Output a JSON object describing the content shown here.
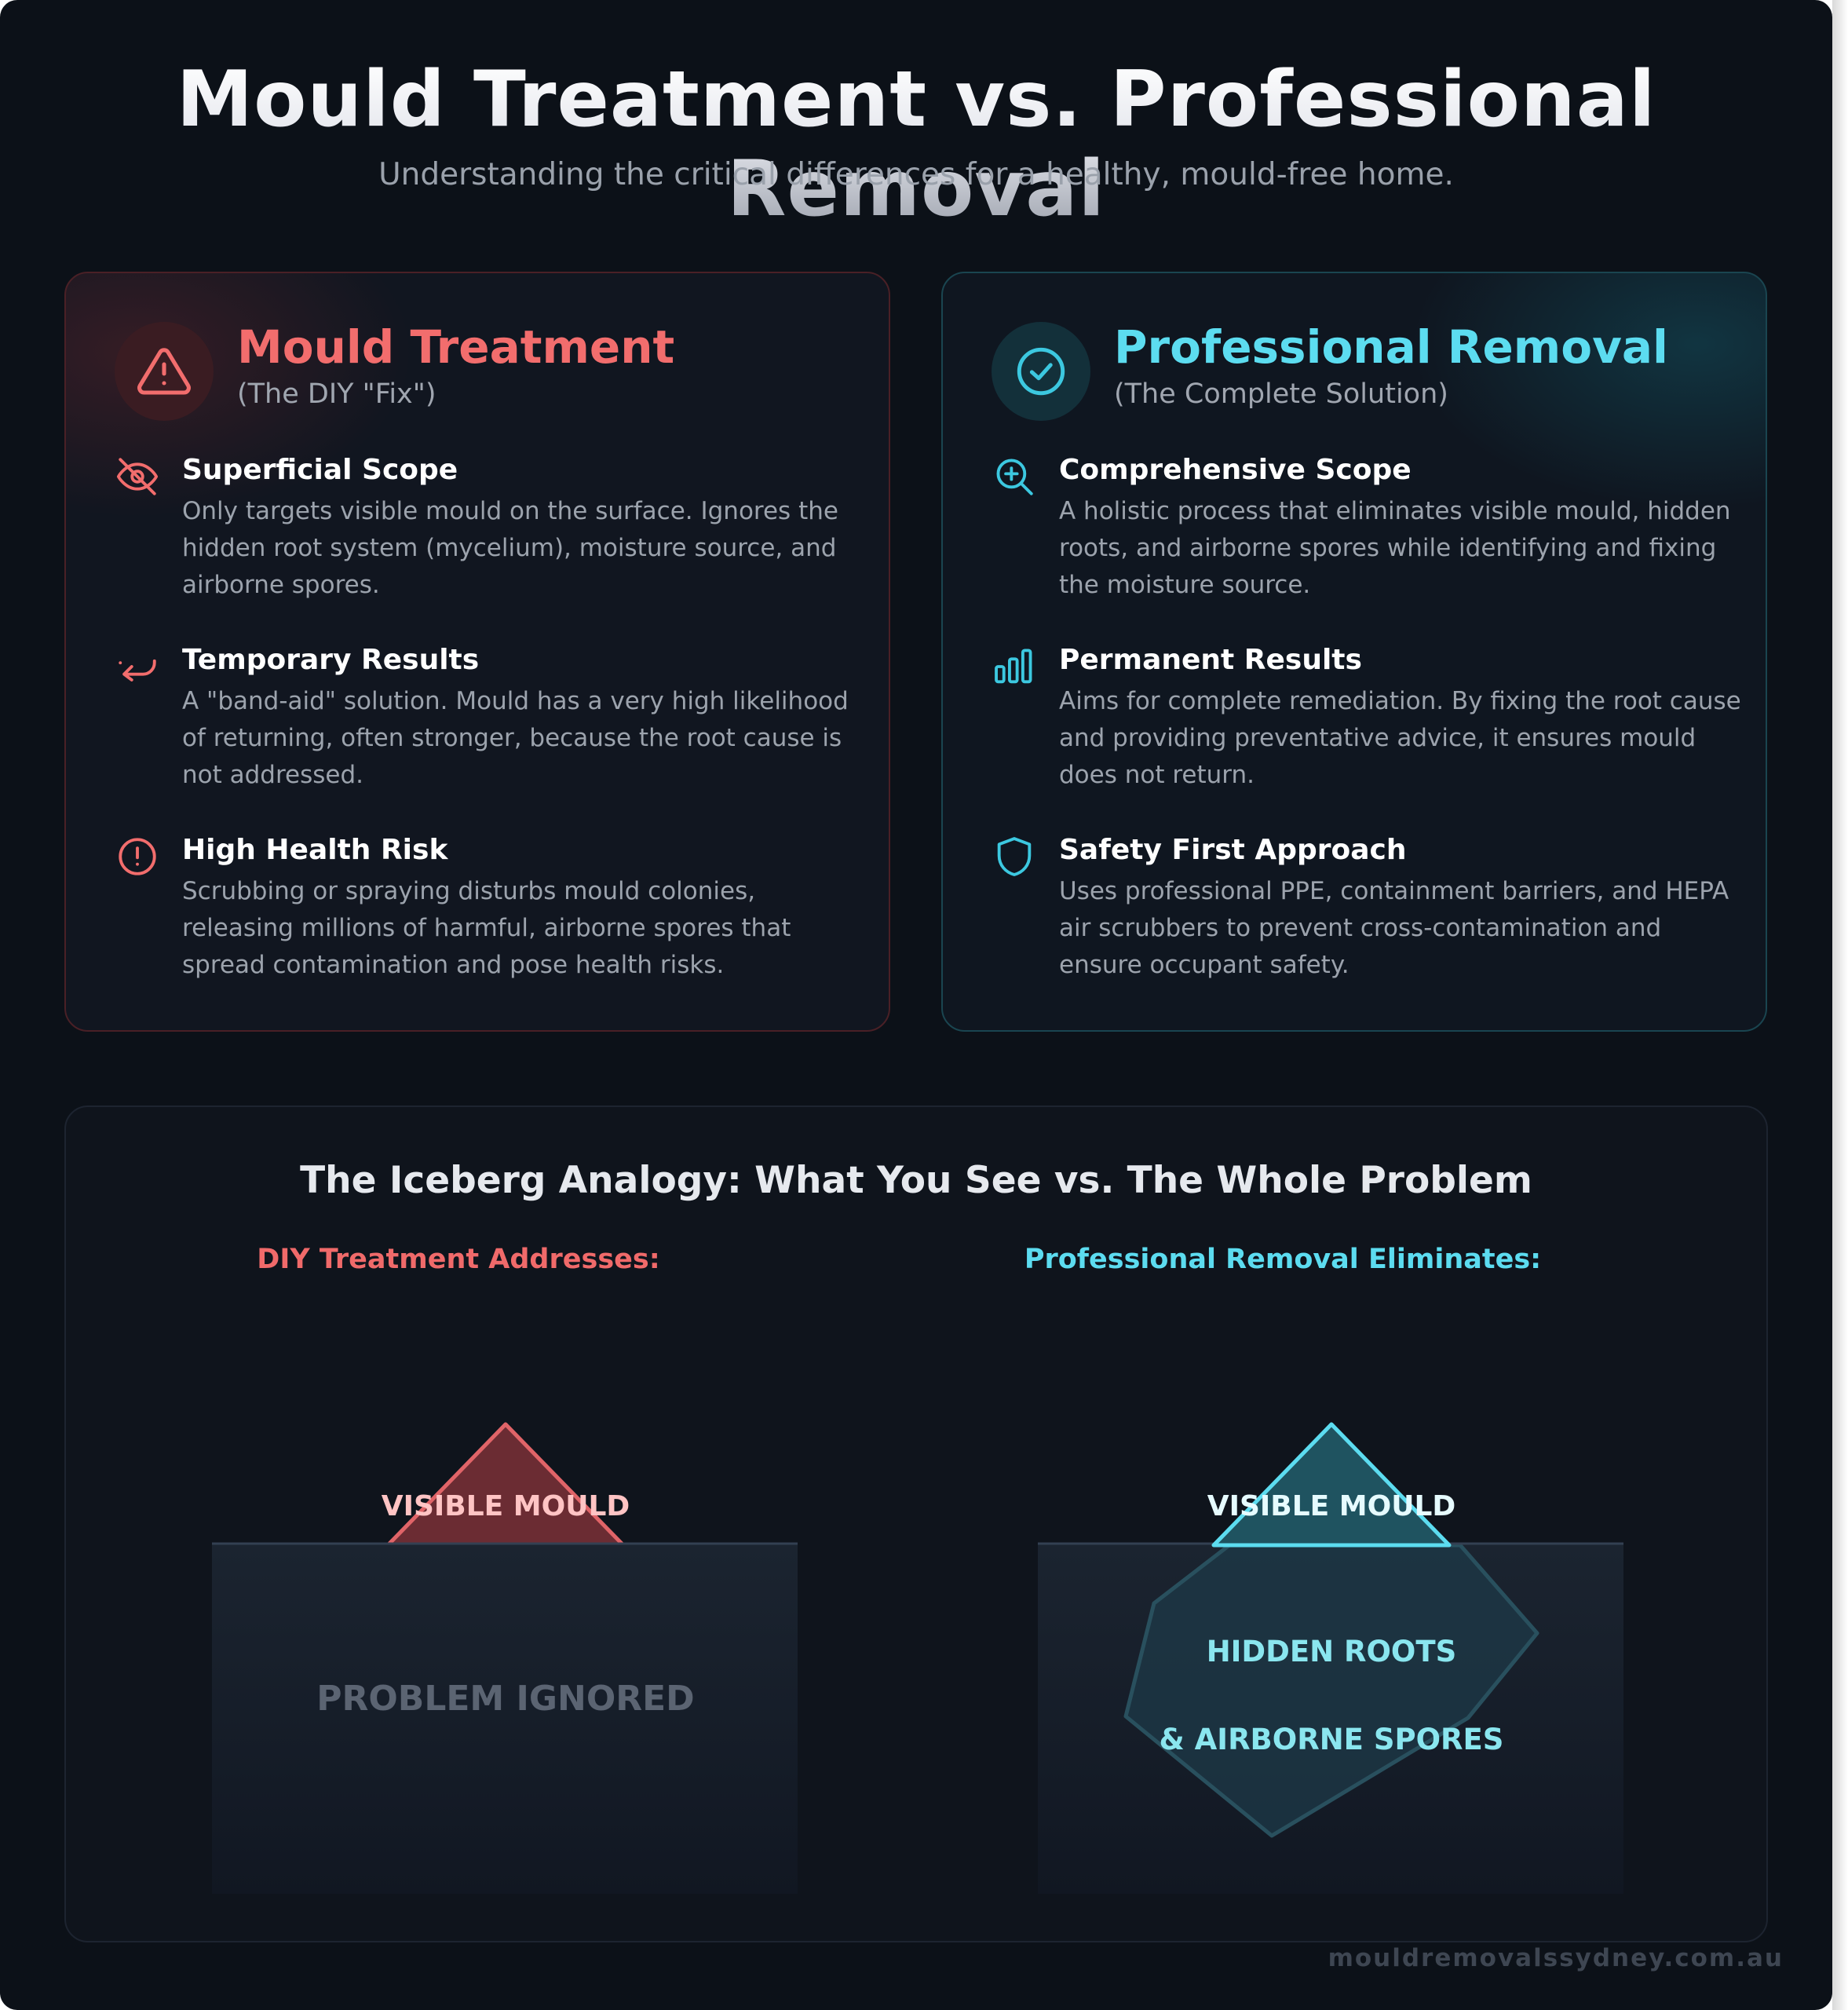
{
  "header": {
    "title": "Mould Treatment vs. Professional Removal",
    "subtitle": "Understanding the critical differences for a healthy, mould-free home."
  },
  "treatment_card": {
    "title": "Mould Treatment",
    "subtitle": "(The DIY \"Fix\")",
    "accent_color": "#f26d6d",
    "icon": "warning-triangle-icon",
    "items": [
      {
        "icon": "eye-off-icon",
        "title": "Superficial Scope",
        "desc": "Only targets visible mould on the surface. Ignores the hidden root system (mycelium), moisture source, and airborne spores."
      },
      {
        "icon": "undo-arrow-icon",
        "title": "Temporary Results",
        "desc": "A \"band-aid\" solution. Mould has a very high likelihood of returning, often stronger, because the root cause is not addressed."
      },
      {
        "icon": "alert-circle-icon",
        "title": "High Health Risk",
        "desc": "Scrubbing or spraying disturbs mould colonies, releasing millions of harmful, airborne spores that spread contamination and pose health risks."
      }
    ]
  },
  "removal_card": {
    "title": "Professional Removal",
    "subtitle": "(The Complete Solution)",
    "accent_color": "#5cdcf0",
    "icon": "check-circle-icon",
    "items": [
      {
        "icon": "zoom-in-icon",
        "title": "Comprehensive Scope",
        "desc": "A holistic process that eliminates visible mould, hidden roots, and airborne spores while identifying and fixing the moisture source."
      },
      {
        "icon": "bar-chart-icon",
        "title": "Permanent Results",
        "desc": "Aims for complete remediation. By fixing the root cause and providing preventative advice, it ensures mould does not return."
      },
      {
        "icon": "shield-icon",
        "title": "Safety First Approach",
        "desc": "Uses professional PPE, containment barriers, and HEPA air scrubbers to prevent cross-contamination and ensure occupant safety."
      }
    ]
  },
  "analogy": {
    "title": "The Iceberg Analogy: What You See vs. The Whole Problem",
    "diy_label": "DIY Treatment Addresses:",
    "pro_label": "Professional Removal Eliminates:",
    "diy_visible": "VISIBLE MOULD",
    "diy_hidden": "PROBLEM IGNORED",
    "pro_visible": "VISIBLE MOULD",
    "pro_hidden_1": "HIDDEN ROOTS",
    "pro_hidden_2": "& AIRBORNE SPORES"
  },
  "footer": {
    "url": "mouldremovalssydney.com.au"
  }
}
